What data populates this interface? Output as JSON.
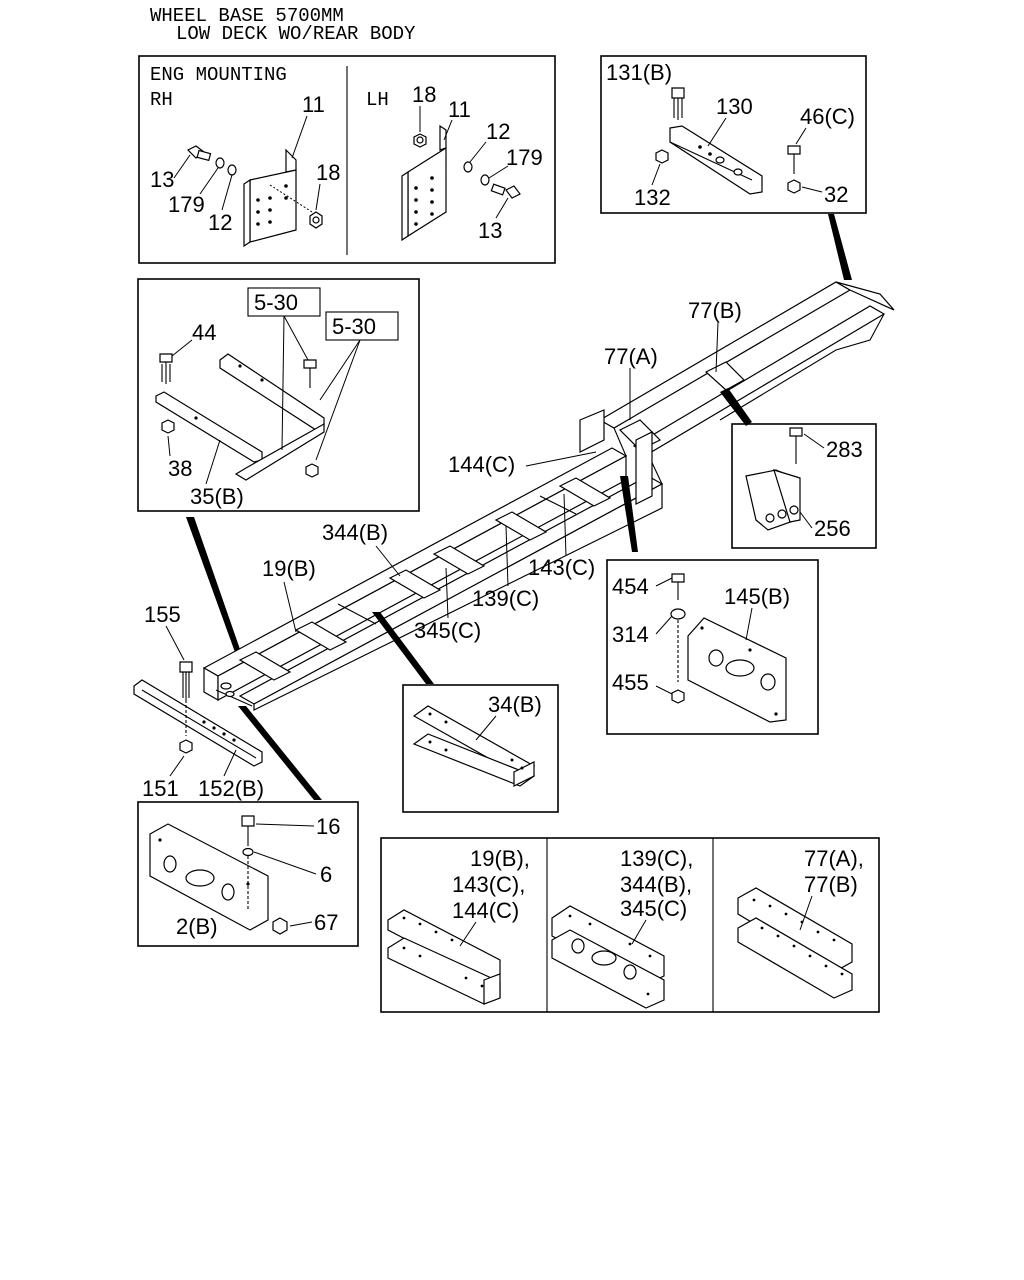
{
  "header": {
    "line1": "WHEEL BASE 5700MM",
    "line2": "LOW DECK WO/REAR BODY"
  },
  "eng_panel": {
    "title_line1": "ENG MOUNTING",
    "rh_label": "RH",
    "lh_label": "LH",
    "rh_callouts": {
      "c11": "11",
      "c13": "13",
      "c179": "179",
      "c12": "12",
      "c18": "18"
    },
    "lh_callouts": {
      "c18": "18",
      "c11": "11",
      "c12": "12",
      "c179": "179",
      "c13": "13"
    }
  },
  "top_right_panel": {
    "c131": "131(B)",
    "c130": "130",
    "c46": "46(C)",
    "c132": "132",
    "c32": "32"
  },
  "crossmember_panel": {
    "ref1": "5-30",
    "ref2": "5-30",
    "c44": "44",
    "c38": "38",
    "c35": "35(B)"
  },
  "frame": {
    "c77b": "77(B)",
    "c77a": "77(A)",
    "c144c": "144(C)",
    "c344b": "344(B)",
    "c19b": "19(B)",
    "c143c": "143(C)",
    "c139c": "139(C)",
    "c345c": "345(C)"
  },
  "bracket_283_panel": {
    "c283": "283",
    "c256": "256"
  },
  "panel_145": {
    "c454": "454",
    "c145b": "145(B)",
    "c314": "314",
    "c455": "455"
  },
  "rail_parts": {
    "c155": "155",
    "c151": "151",
    "c152b": "152(B)"
  },
  "panel_34": {
    "c34b": "34(B)"
  },
  "panel_2b": {
    "c16": "16",
    "c6": "6",
    "c67": "67",
    "c2b": "2(B)"
  },
  "gusset_panels": {
    "p1": {
      "l1": "19(B),",
      "l2": "143(C),",
      "l3": "144(C)"
    },
    "p2": {
      "l1": "139(C),",
      "l2": "344(B),",
      "l3": "345(C)"
    },
    "p3": {
      "l1": "77(A),",
      "l2": "77(B)"
    }
  }
}
